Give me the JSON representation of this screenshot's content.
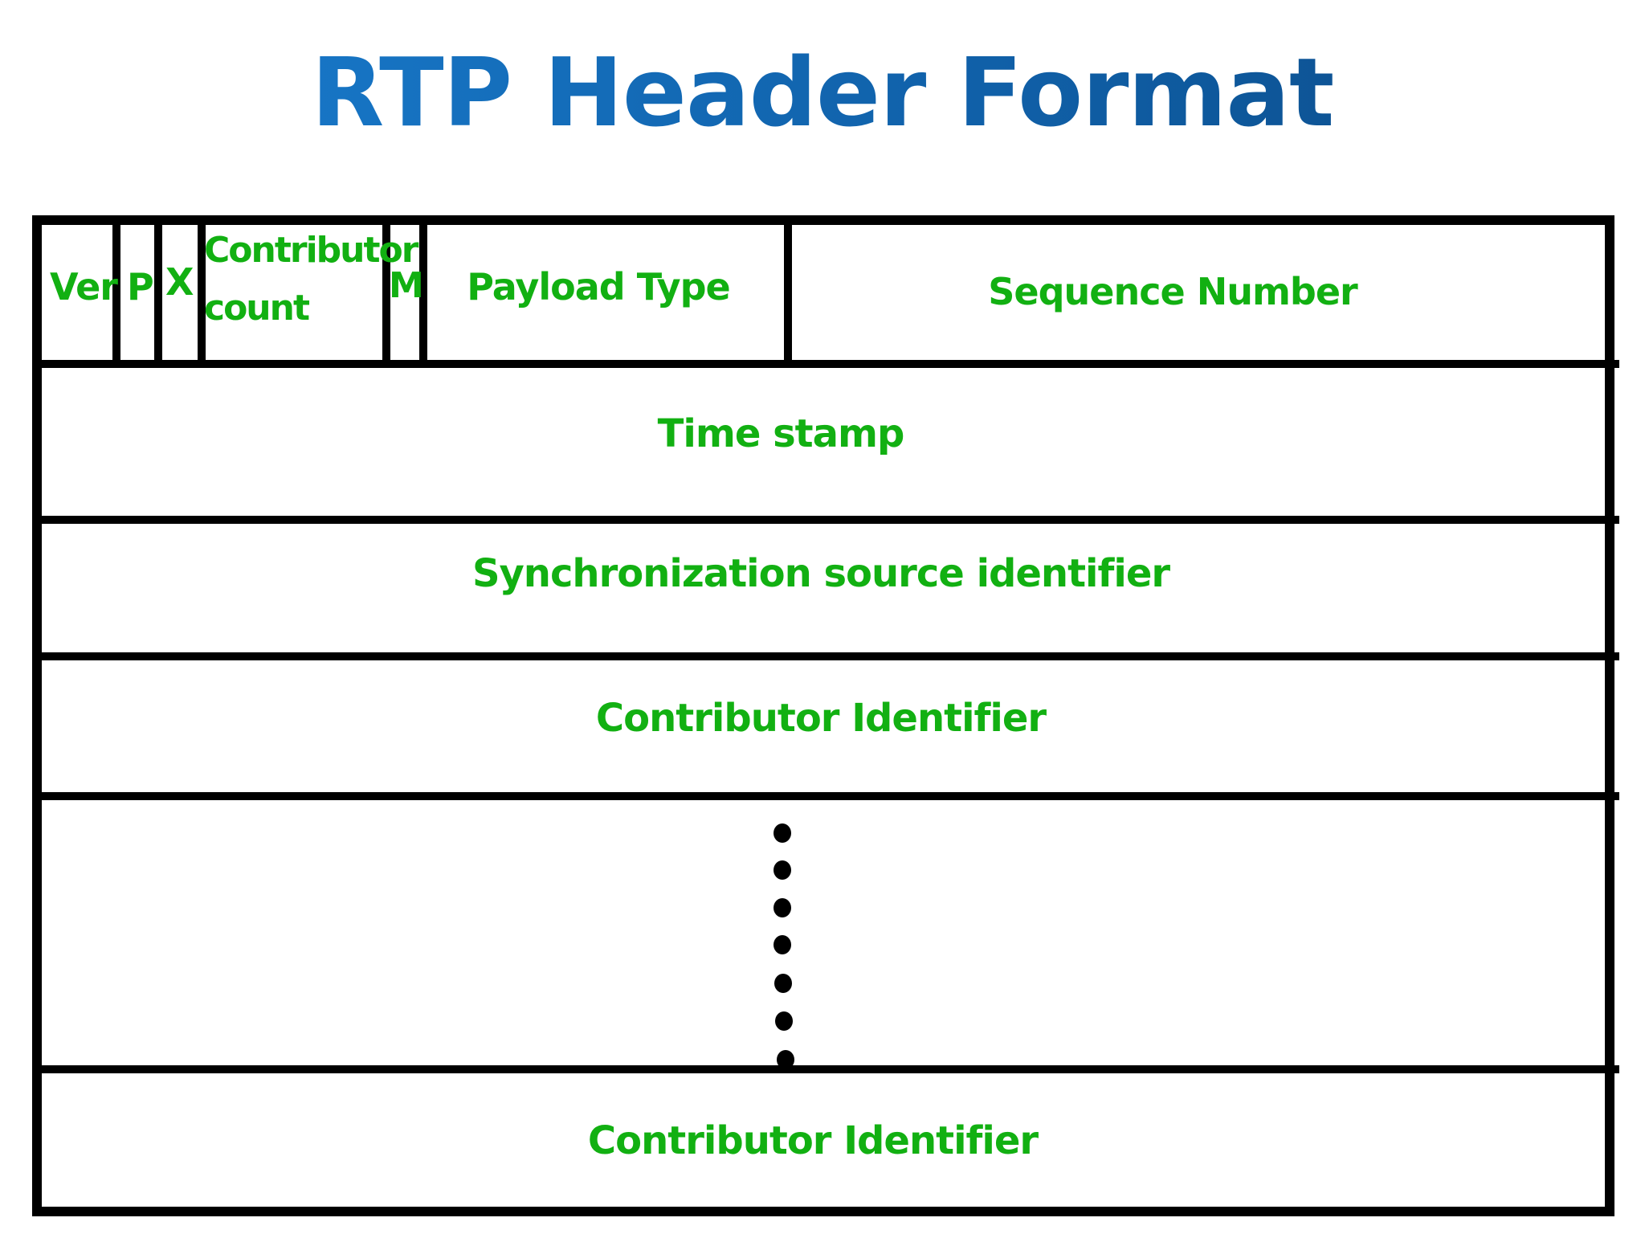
{
  "title": "RTP Header Format",
  "colors": {
    "title": "#1a6fc0",
    "field_text": "#12b012",
    "border": "#000000",
    "background": "#ffffff"
  },
  "header_row": {
    "version": "Ver",
    "padding": "P",
    "extension": "X",
    "contributor_count_line1": "Contributor",
    "contributor_count_line2": "count",
    "marker": "M",
    "payload_type": "Payload Type",
    "sequence_number": "Sequence Number"
  },
  "rows": {
    "timestamp": "Time stamp",
    "ssrc": "Synchronization source identifier",
    "csrc_first": "Contributor Identifier",
    "csrc_last": "Contributor Identifier"
  }
}
